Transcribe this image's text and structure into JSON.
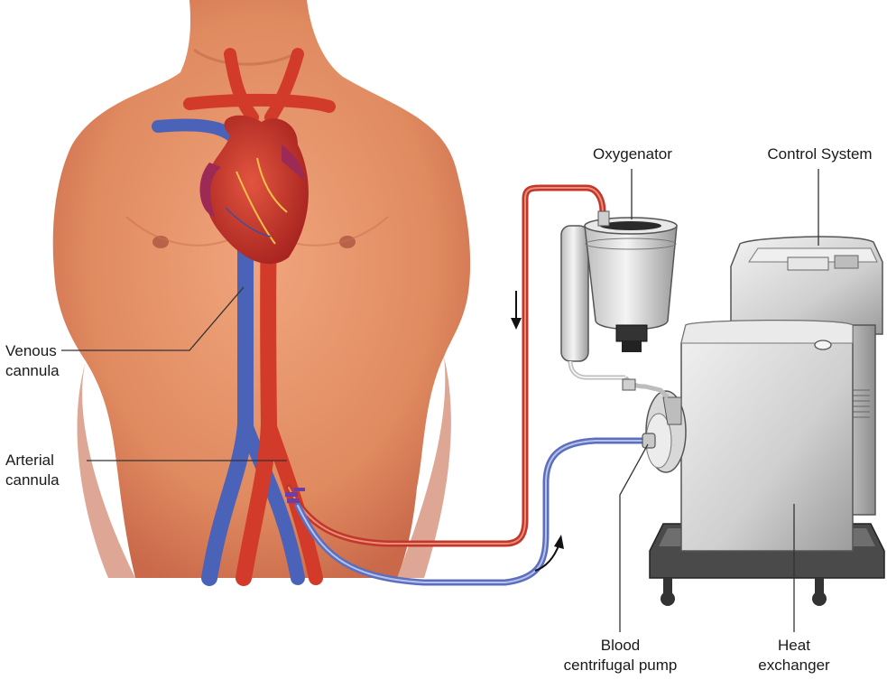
{
  "labels": {
    "oxygenator": "Oxygenator",
    "control_system": "Control System",
    "venous_cannula": [
      "Venous",
      "cannula"
    ],
    "arterial_cannula": [
      "Arterial",
      "cannula"
    ],
    "blood_pump": [
      "Blood",
      "centrifugal pump"
    ],
    "heat_exchanger": [
      "Heat",
      "exchanger"
    ]
  },
  "colors": {
    "skin": "#e8946a",
    "skin_shadow": "#c7684a",
    "artery": "#d9402e",
    "vein": "#4a63b8",
    "heart": "#c8322a",
    "machine": "#d9d9d9",
    "machine_shadow": "#9a9a9a",
    "leader_line": "#333333"
  }
}
